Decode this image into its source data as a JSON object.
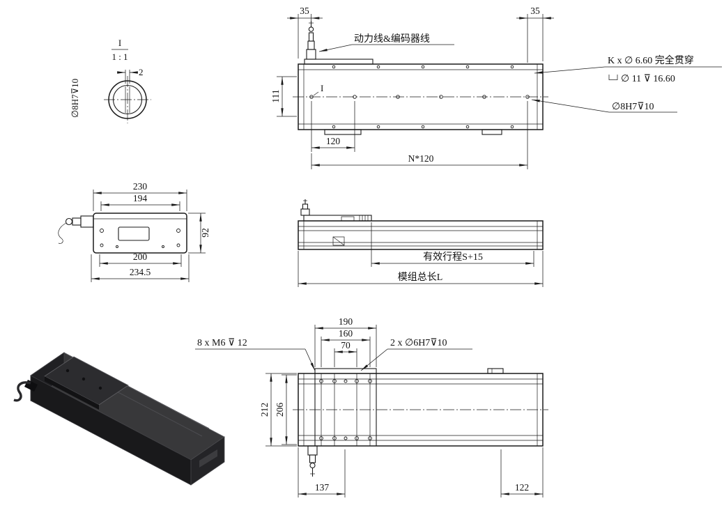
{
  "page": {
    "background": "#ffffff",
    "line_color": "#1a1a1a"
  },
  "detail_view": {
    "label": "I",
    "scale": "1 : 1",
    "dim_width": "2",
    "dim_hole": "∅8H7⊽10"
  },
  "top_view": {
    "dim_left_offset": "35",
    "dim_right_offset": "35",
    "cable_note": "动力线&编码器线",
    "hole_note_line1": "K x ∅ 6.60 完全贯穿",
    "hole_note_line2": "∅ 11 ⊽ 16.60",
    "pin_hole_note": "∅8H7⊽10",
    "dim_width": "111",
    "dim_pitch": "120",
    "dim_pitch_total": "N*120",
    "section_mark": "I"
  },
  "end_view": {
    "dim_overall_width": "230",
    "dim_plate_width": "194",
    "dim_height": "92",
    "dim_mount_width": "200",
    "dim_total_width": "234.5"
  },
  "side_view": {
    "stroke_note": "有效行程S+15",
    "total_length_note": "模组总长L"
  },
  "bottom_view": {
    "tap_note": "8 x  M6 ⊽ 12",
    "dowel_note": "2 x ∅6H7⊽10",
    "dim_plate_length": "190",
    "dim_pitch_outer": "160",
    "dim_pitch_inner": "70",
    "dim_overall_width": "212",
    "dim_body_width": "206",
    "dim_left_offset": "137",
    "dim_right_offset": "122"
  }
}
